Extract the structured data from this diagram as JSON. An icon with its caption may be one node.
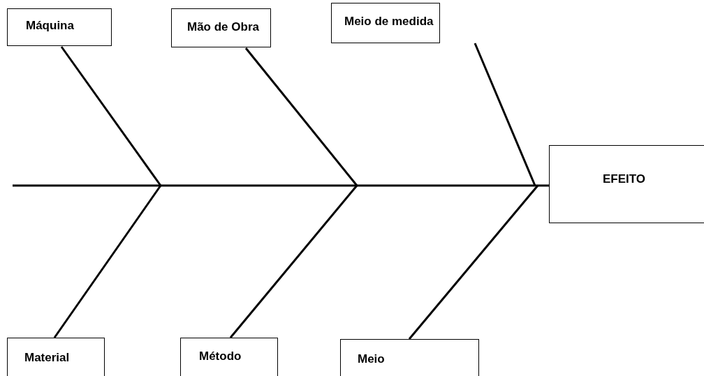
{
  "diagram": {
    "nodes": [
      {
        "text": [
          "Máquina"
        ]
      },
      {
        "text": [
          "Mão de Obra"
        ]
      },
      {
        "text": [
          "Meio de medida"
        ]
      },
      {
        "text": [
          "EFEITO"
        ]
      },
      {
        "text": [
          "Material"
        ]
      },
      {
        "text": [
          "Método"
        ]
      },
      {
        "text": [
          "Meio"
        ]
      }
    ],
    "edges": [
      {
        "from": 0,
        "to": null,
        "arrow": "none"
      },
      {
        "from": 1,
        "to": null,
        "arrow": "none"
      },
      {
        "from": 2,
        "to": null,
        "arrow": "none"
      },
      {
        "from": 4,
        "to": null,
        "arrow": "none"
      },
      {
        "from": 5,
        "to": null,
        "arrow": "none"
      },
      {
        "from": 6,
        "to": null,
        "arrow": "none"
      },
      {
        "from": null,
        "to": 3,
        "arrow": "none"
      }
    ]
  }
}
